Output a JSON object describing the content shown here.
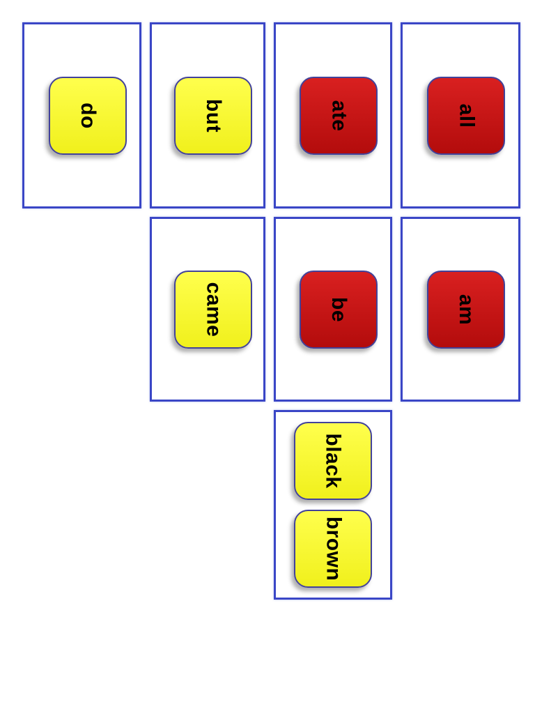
{
  "colors": {
    "card_border": "#3a46c6",
    "tile_border": "#42429a",
    "yellow_top": "#ffff4d",
    "yellow_bottom": "#f0f01c",
    "red_top": "#d92020",
    "red_bottom": "#b30c0c",
    "text": "#000000"
  },
  "cards": [
    {
      "position": "row1-col1",
      "tiles": [
        {
          "word": "do",
          "color": "yellow"
        }
      ]
    },
    {
      "position": "row1-col2",
      "tiles": [
        {
          "word": "but",
          "color": "yellow"
        }
      ]
    },
    {
      "position": "row1-col3",
      "tiles": [
        {
          "word": "ate",
          "color": "red"
        }
      ]
    },
    {
      "position": "row1-col4",
      "tiles": [
        {
          "word": "all",
          "color": "red"
        }
      ]
    },
    {
      "position": "row2-col2",
      "tiles": [
        {
          "word": "came",
          "color": "yellow"
        }
      ]
    },
    {
      "position": "row2-col3",
      "tiles": [
        {
          "word": "be",
          "color": "red"
        }
      ]
    },
    {
      "position": "row2-col4",
      "tiles": [
        {
          "word": "am",
          "color": "red"
        }
      ]
    },
    {
      "position": "row3-col3",
      "tiles": [
        {
          "word": "black",
          "color": "yellow"
        },
        {
          "word": "brown",
          "color": "yellow"
        }
      ]
    }
  ]
}
